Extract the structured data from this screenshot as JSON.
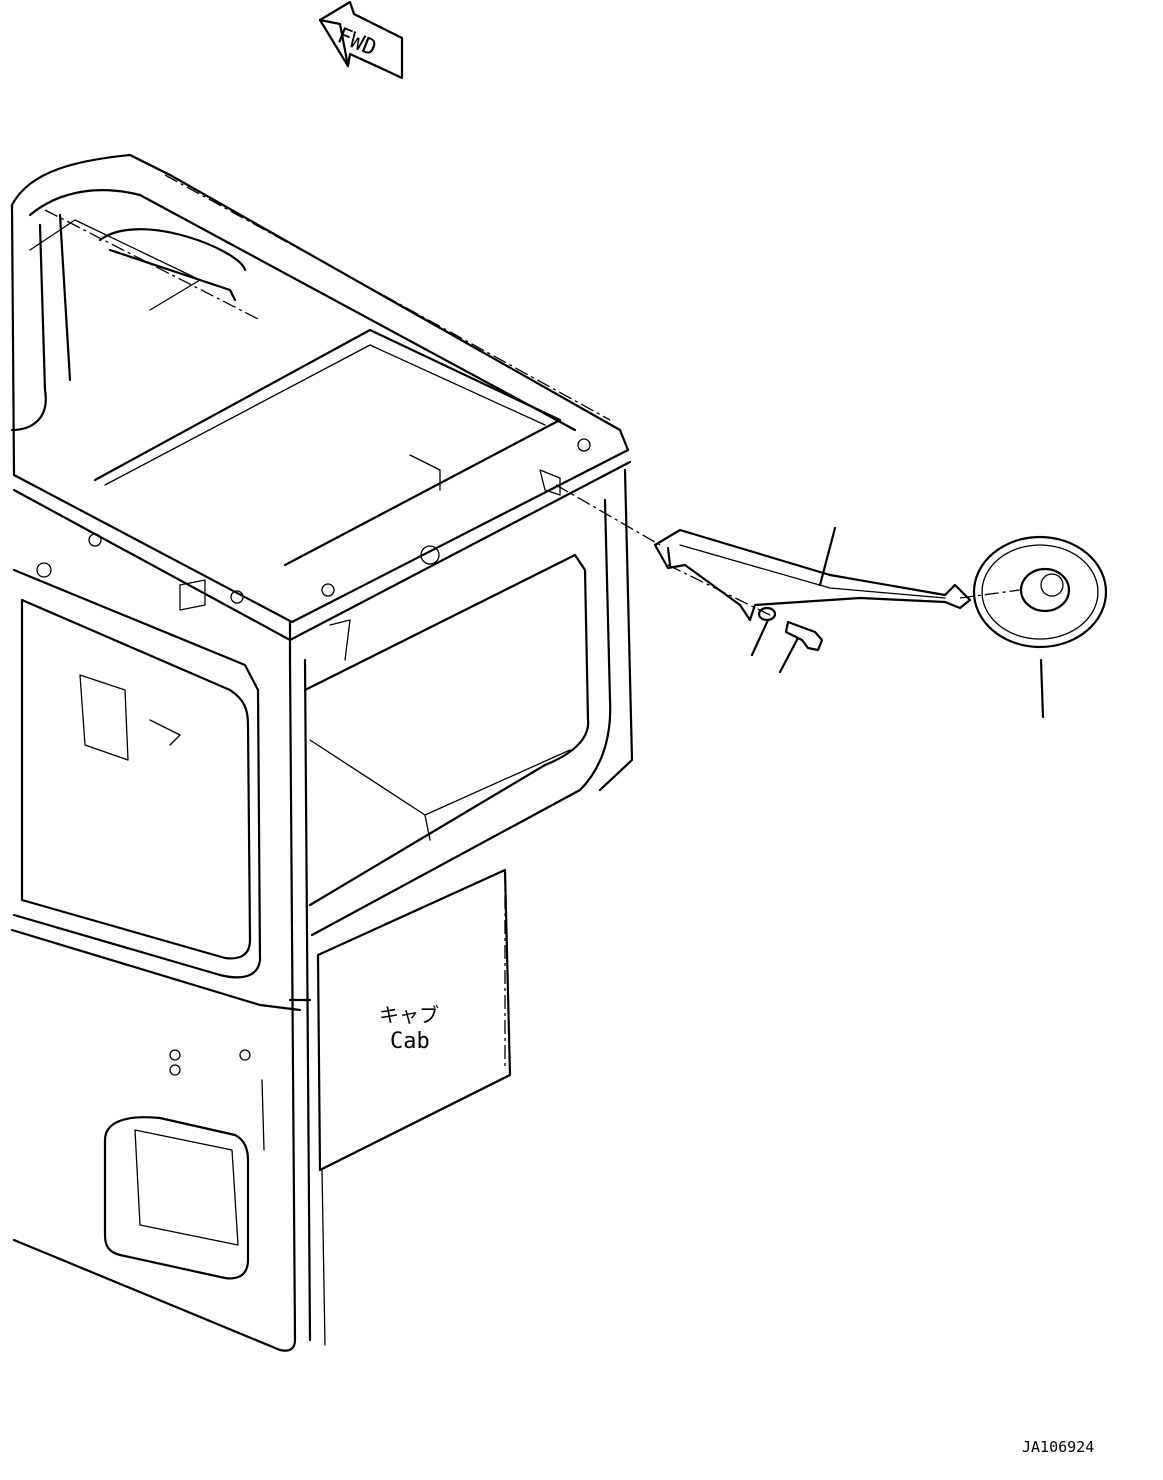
{
  "fwd_arrow": {
    "label": "FWD"
  },
  "cab_label": {
    "line1": "キャブ",
    "line2": "Cab"
  },
  "drawing_id": "JA106924"
}
